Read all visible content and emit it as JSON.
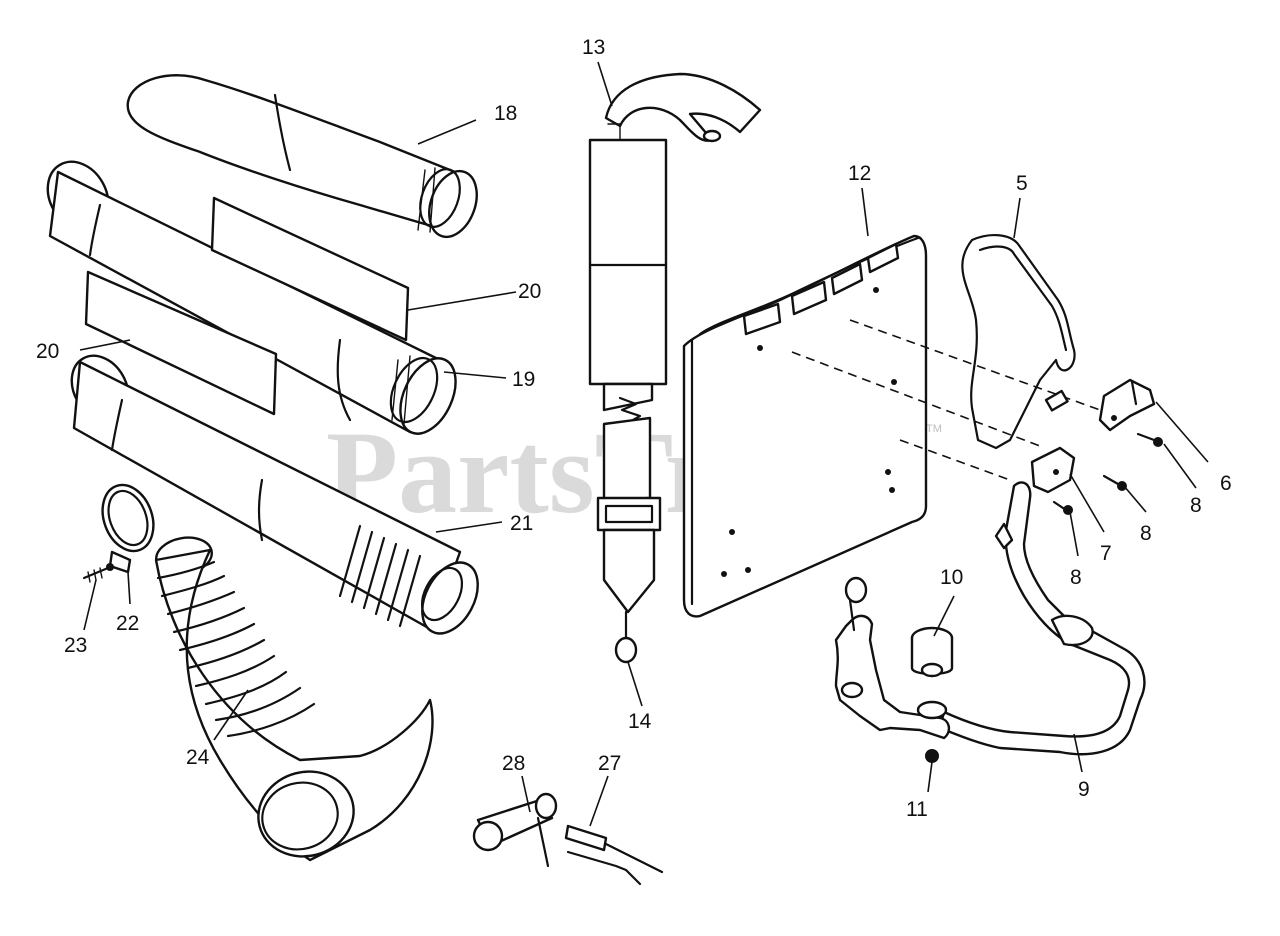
{
  "watermark": {
    "text": "PartsTree",
    "trademark": "TM"
  },
  "callouts": {
    "c5": "5",
    "c6": "6",
    "c7": "7",
    "c8a": "8",
    "c8b": "8",
    "c8c": "8",
    "c9": "9",
    "c10": "10",
    "c11": "11",
    "c12": "12",
    "c13": "13",
    "c14": "14",
    "c18": "18",
    "c19": "19",
    "c20a": "20",
    "c20b": "20",
    "c21": "21",
    "c22": "22",
    "c23": "23",
    "c24": "24",
    "c27": "27",
    "c28": "28"
  }
}
